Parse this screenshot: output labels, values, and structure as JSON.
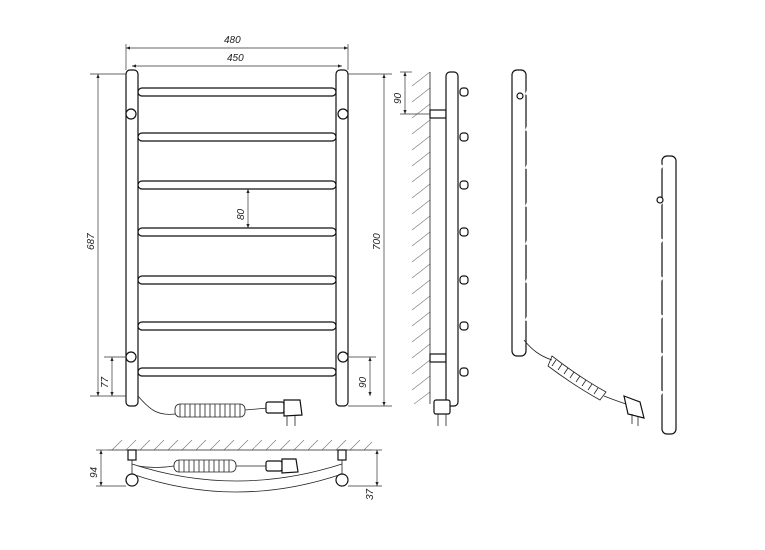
{
  "dimensions": {
    "total_width": "480",
    "pipe_spacing": "450",
    "rung_spacing": "80",
    "total_height": "687",
    "mount_height": "700",
    "bottom_offset_left": "77",
    "bottom_offset_right": "90",
    "side_top_offset": "90",
    "top_depth": "94",
    "top_offset": "37"
  },
  "colors": {
    "line": "#111111",
    "hatch": "#777777"
  }
}
